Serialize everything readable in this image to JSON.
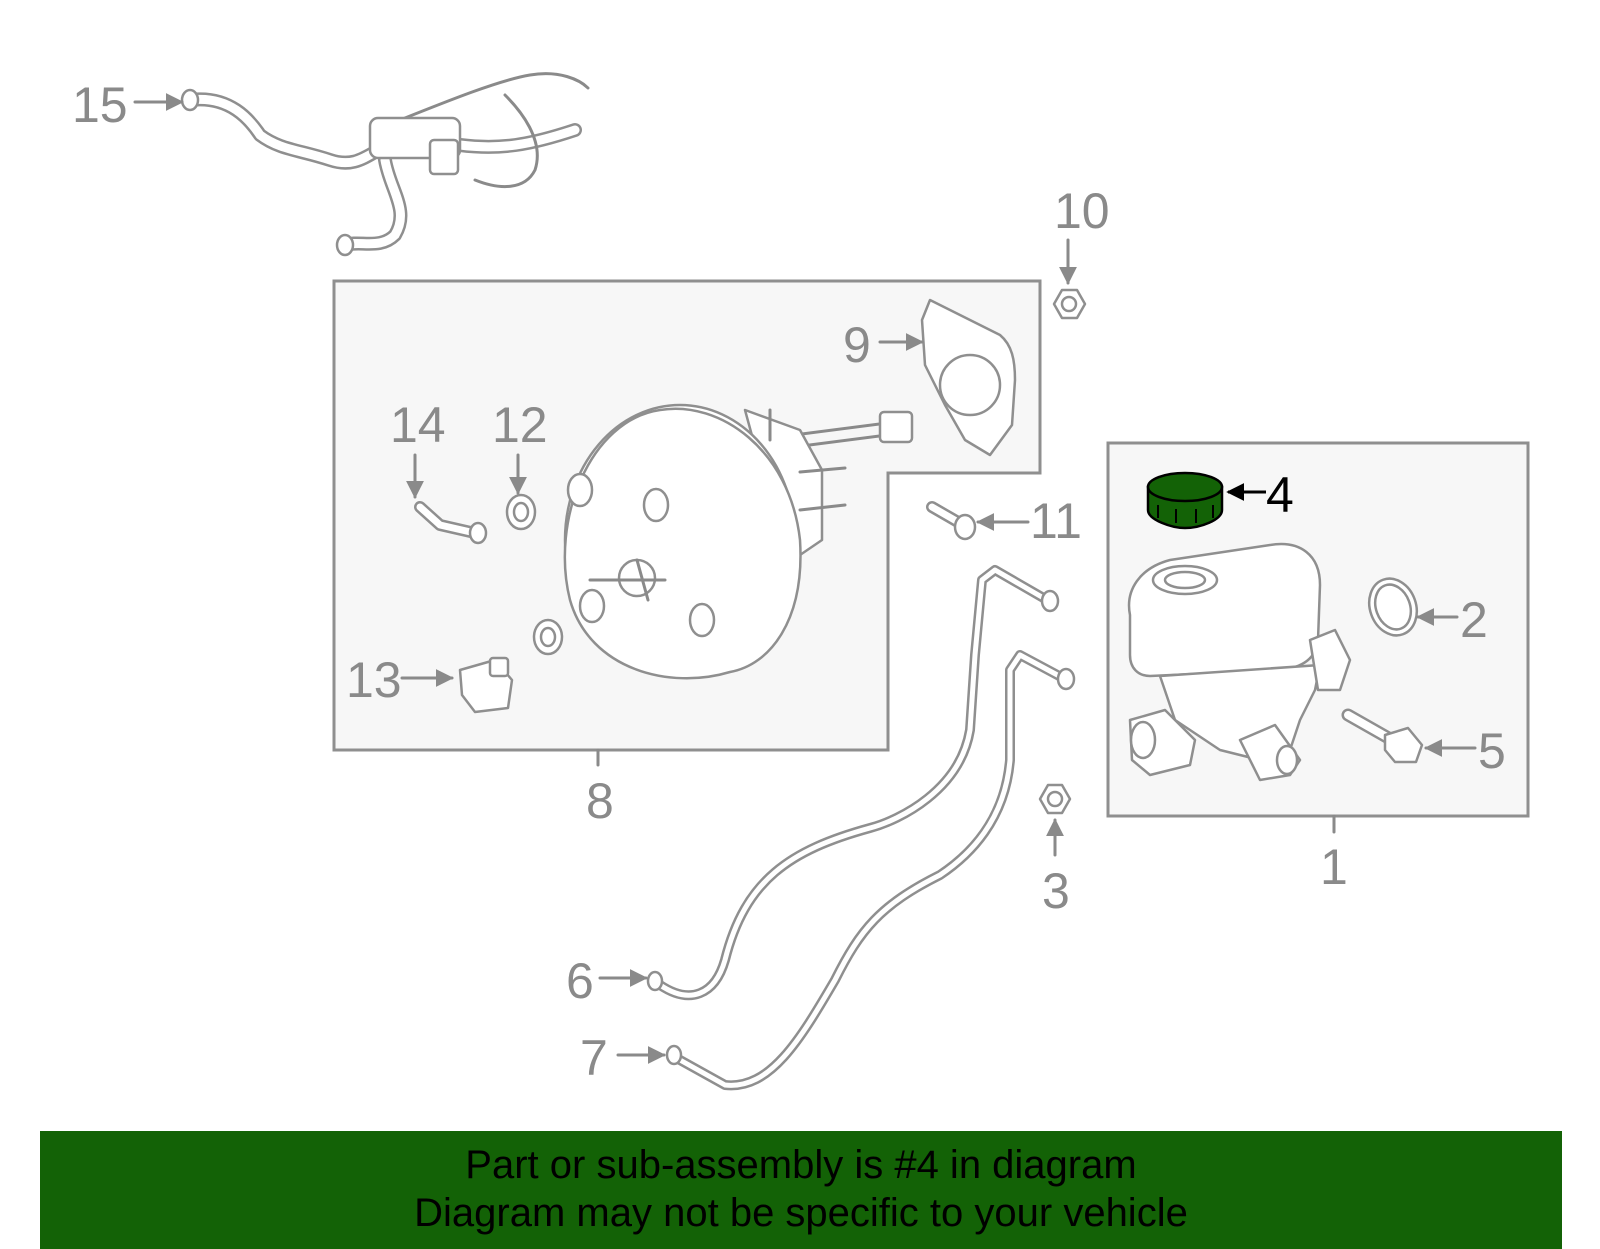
{
  "diagram": {
    "callouts": [
      "1",
      "2",
      "3",
      "4",
      "5",
      "6",
      "7",
      "8",
      "9",
      "10",
      "11",
      "12",
      "13",
      "14",
      "15"
    ],
    "highlighted_part": "4",
    "highlight_color": "#136206"
  },
  "banner": {
    "line1": "Part or sub-assembly is #4 in diagram",
    "line2": "Diagram may not be specific to your vehicle",
    "background": "#136206"
  }
}
